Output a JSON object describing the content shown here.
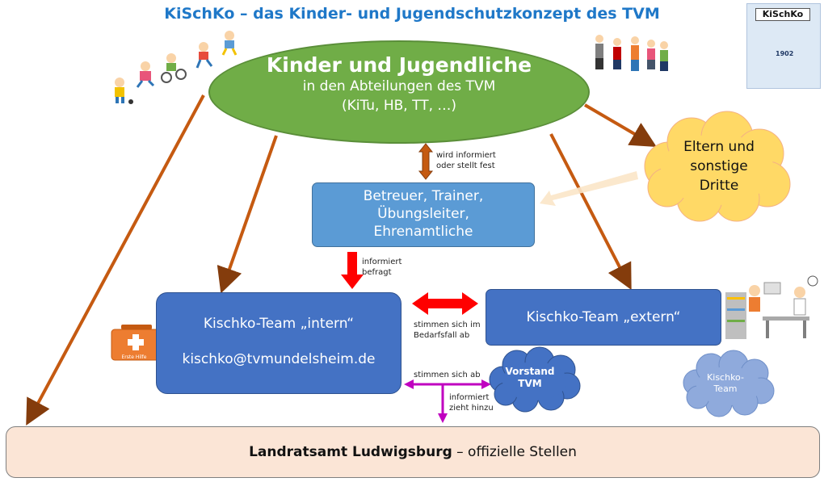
{
  "title": "KiSchKo – das Kinder- und Jugendschutzkonzept des TVM",
  "kinder": {
    "line1": "Kinder und Jugendliche",
    "line2": "in den Abteilungen des TVM",
    "line3": "(KiTu, HB, TT, …)"
  },
  "betreuer": {
    "line1": "Betreuer, Trainer,",
    "line2": "Übungsleiter,",
    "line3": "Ehrenamtliche"
  },
  "eltern": {
    "line1": "Eltern und",
    "line2": "sonstige",
    "line3": "Dritte"
  },
  "team_intern": {
    "name": "Kischko-Team „intern“",
    "email": "kischko@tvmundelsheim.de"
  },
  "team_extern": {
    "name": "Kischko-Team „extern“"
  },
  "vorstand": {
    "line1": "Vorstand",
    "line2": "TVM"
  },
  "kischko_team_cloud": {
    "line1": "Kischko-",
    "line2": "Team"
  },
  "landratsamt": {
    "bold": "Landratsamt Ludwigsburg",
    "rest": " – offizielle Stellen"
  },
  "labels": {
    "wird_informiert_1": "wird informiert",
    "wird_informiert_2": "oder stellt fest",
    "informiert_befragt_1": "informiert",
    "informiert_befragt_2": "befragt",
    "stimmen_bedarf_1": "stimmen sich im",
    "stimmen_bedarf_2": "Bedarfsfall ab",
    "stimmen_ab": "stimmen sich ab",
    "zieht_hinzu_1": "informiert",
    "zieht_hinzu_2": "zieht hinzu"
  },
  "logo": {
    "label": "KiSchKo",
    "year": "1902"
  },
  "first_aid_label": "Erste Hilfe",
  "colors": {
    "title": "#1f78c8",
    "ellipse": "#70ad47",
    "betreuer": "#5b9bd5",
    "team_box": "#4472c4",
    "landratsamt": "#fbe5d6",
    "brown_arrow": "#c55a11",
    "red_arrow": "#ff0000",
    "magenta_arrow": "#c000c0",
    "cloud_yellow": "#ffd966",
    "cloud_blue": "#4472c4",
    "cloud_lightblue": "#8faadc"
  }
}
